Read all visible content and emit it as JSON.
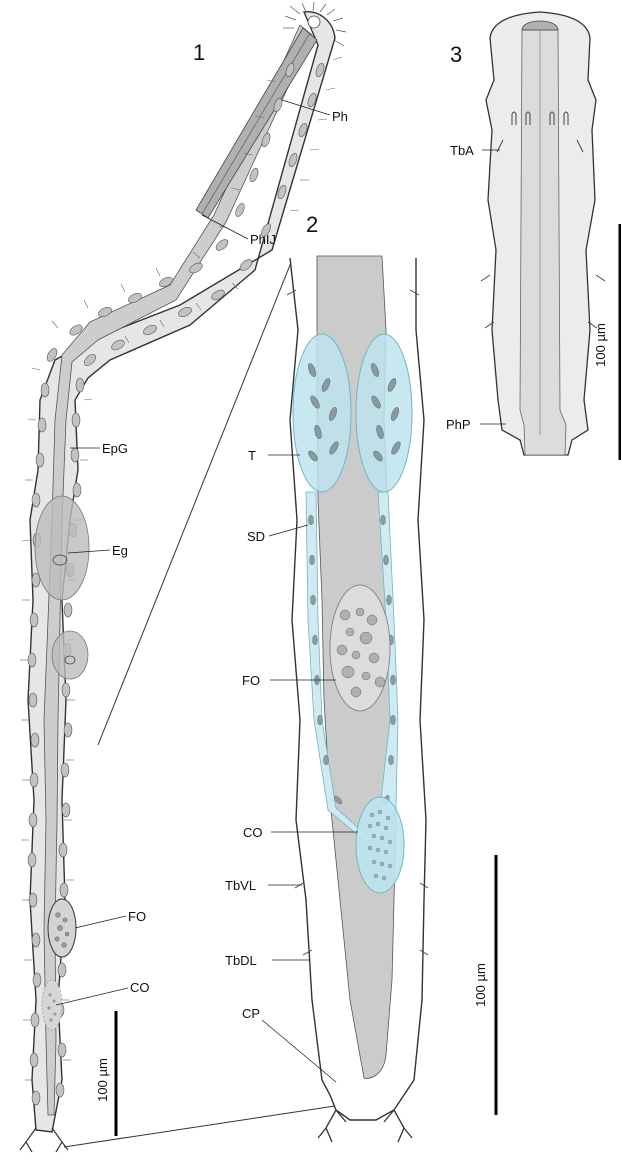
{
  "panels": {
    "p1": "1",
    "p2": "2",
    "p3": "3"
  },
  "labels": {
    "ph": "Ph",
    "phij": "PhIJ",
    "epg": "EpG",
    "eg": "Eg",
    "fo1": "FO",
    "co1": "CO",
    "t": "T",
    "sd": "SD",
    "fo2": "FO",
    "co2": "CO",
    "tbvl": "TbVL",
    "tbdl": "TbDL",
    "cp": "CP",
    "tba": "TbA",
    "php": "PhP"
  },
  "scale_bars": {
    "s1": "100 µm",
    "s2": "100 µm",
    "s3": "100 µm"
  },
  "colors": {
    "body_fill": "#e3e3e3",
    "gut_fill": "#cfcfcf",
    "pharynx_fill": "#b4b4b4",
    "organ_blue": "#bfe6ee",
    "organ_blue_stroke": "#6fb6c6",
    "cell_fill": "#bdbdbd"
  }
}
